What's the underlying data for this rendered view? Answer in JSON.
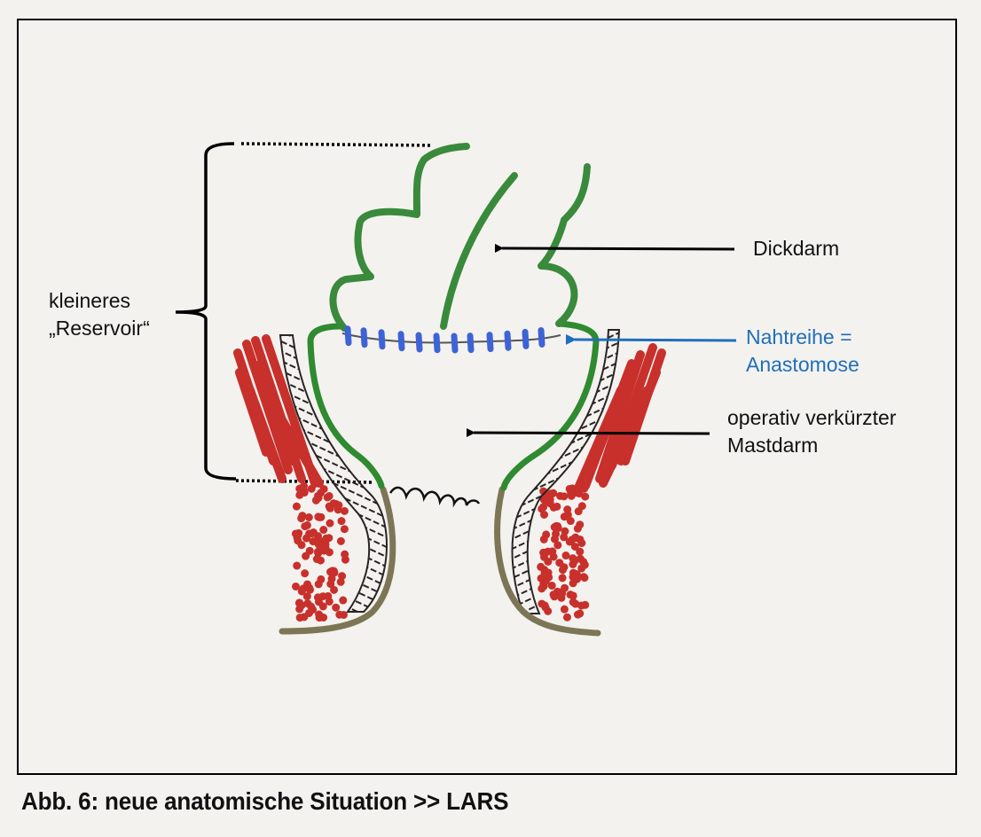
{
  "figure": {
    "caption": "Abb. 6: neue anatomische Situation >> LARS",
    "labels": {
      "reservoir_line1": "kleineres",
      "reservoir_line2": "„Reservoir“",
      "colon": "Dickdarm",
      "anastomosis_line1": "Nahtreihe =",
      "anastomosis_line2": "Anastomose",
      "rectum_line1": "operativ verkürzter",
      "rectum_line2": "Mastdarm"
    },
    "colors": {
      "background": "#f4f2ef",
      "colon_wall": "#3a8a3c",
      "sutures": "#3d63d6",
      "anastomosis_label": "#1f6fba",
      "muscle": "#c8302c",
      "anal_canal": "#7d7656",
      "ink": "#111111"
    }
  }
}
